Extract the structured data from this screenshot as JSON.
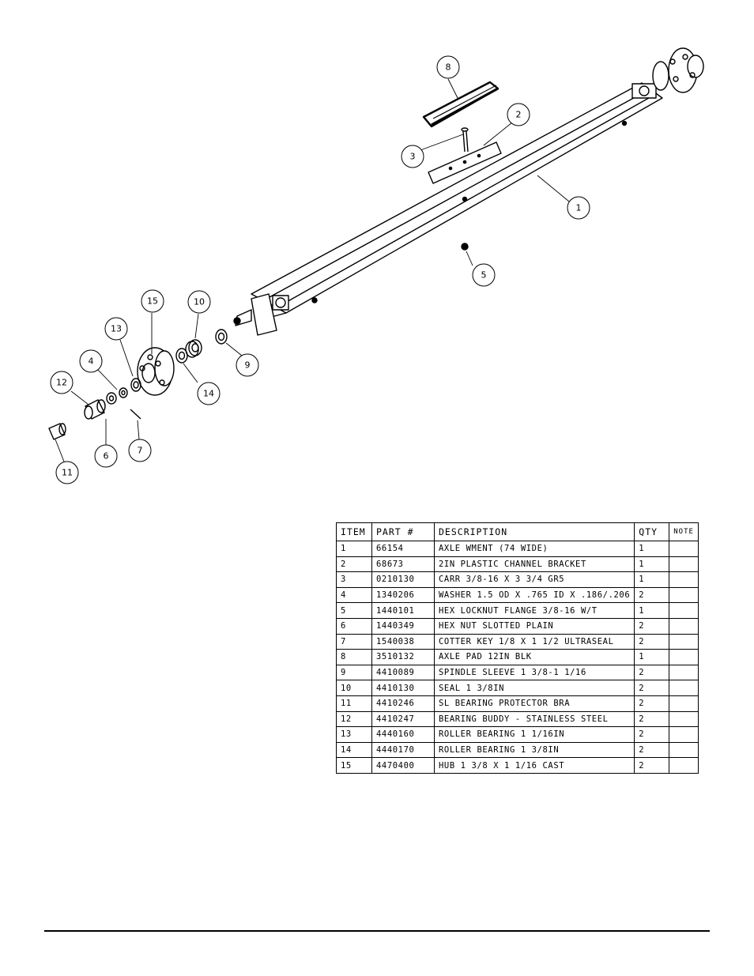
{
  "callouts": [
    "1",
    "2",
    "3",
    "4",
    "5",
    "6",
    "7",
    "8",
    "9",
    "10",
    "11",
    "12",
    "13",
    "14",
    "15"
  ],
  "table": {
    "headers": [
      "ITEM",
      "PART #",
      "DESCRIPTION",
      "QTY",
      "NOTE"
    ],
    "rows": [
      [
        "1",
        "66154",
        "AXLE WMENT (74 WIDE)",
        "1",
        ""
      ],
      [
        "2",
        "68673",
        "2IN PLASTIC CHANNEL BRACKET",
        "1",
        ""
      ],
      [
        "3",
        "0210130",
        "CARR 3/8-16 X 3 3/4 GR5",
        "1",
        ""
      ],
      [
        "4",
        "1340206",
        "WASHER 1.5 OD X .765 ID X .186/.206",
        "2",
        ""
      ],
      [
        "5",
        "1440101",
        "HEX LOCKNUT FLANGE 3/8-16 W/T",
        "1",
        ""
      ],
      [
        "6",
        "1440349",
        "HEX NUT SLOTTED PLAIN",
        "2",
        ""
      ],
      [
        "7",
        "1540038",
        "COTTER KEY 1/8 X 1 1/2 ULTRASEAL",
        "2",
        ""
      ],
      [
        "8",
        "3510132",
        "AXLE PAD 12IN  BLK",
        "1",
        ""
      ],
      [
        "9",
        "4410089",
        "SPINDLE SLEEVE  1 3/8-1 1/16",
        "2",
        ""
      ],
      [
        "10",
        "4410130",
        "SEAL  1 3/8IN",
        "2",
        ""
      ],
      [
        "11",
        "4410246",
        "SL BEARING PROTECTOR BRA",
        "2",
        ""
      ],
      [
        "12",
        "4410247",
        "BEARING BUDDY - STAINLESS STEEL",
        "2",
        ""
      ],
      [
        "13",
        "4440160",
        "ROLLER BEARING   1 1/16IN",
        "2",
        ""
      ],
      [
        "14",
        "4440170",
        "ROLLER BEARING   1 3/8IN",
        "2",
        ""
      ],
      [
        "15",
        "4470400",
        "HUB  1 3/8 X 1 1/16 CAST",
        "2",
        ""
      ]
    ]
  }
}
